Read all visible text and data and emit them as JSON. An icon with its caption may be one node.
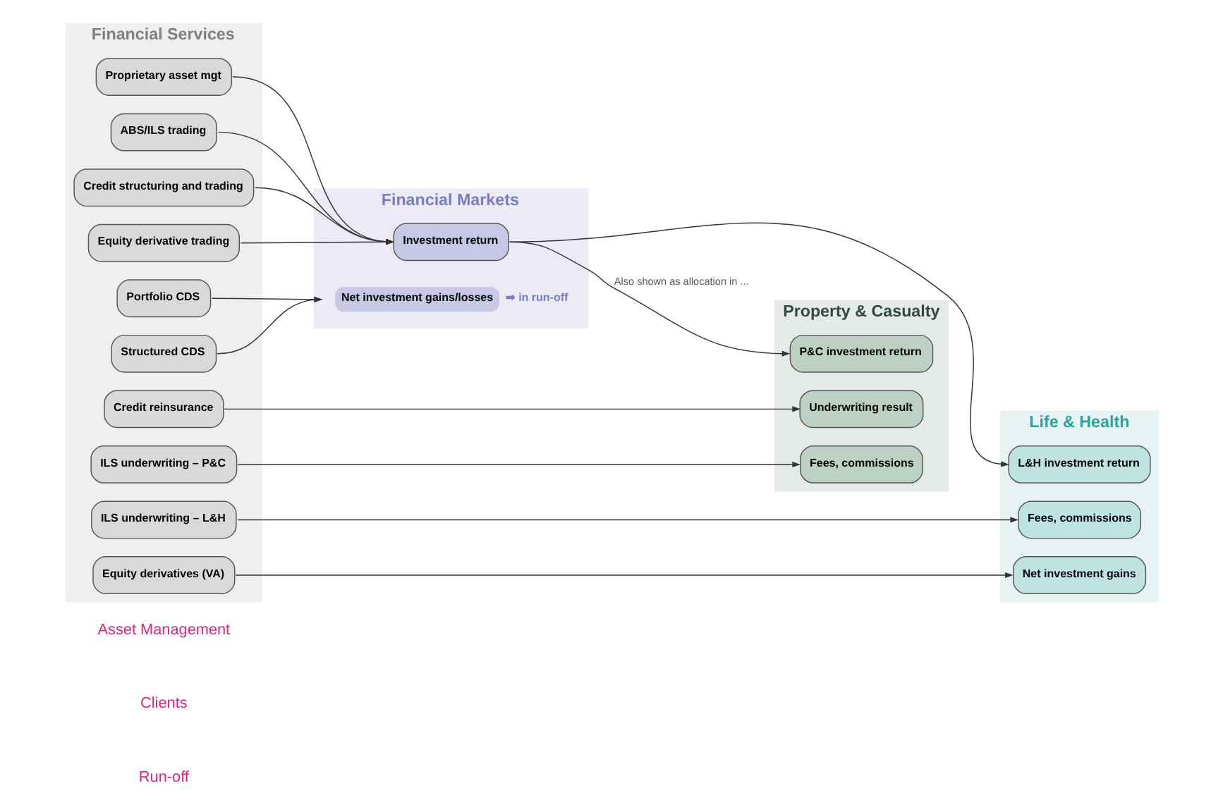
{
  "diagram": {
    "nodes": [
      {
        "text": [
          "Financial Services"
        ]
      },
      {
        "text": [
          "Financial Markets"
        ]
      },
      {
        "text": [
          "Property & Casualty"
        ]
      },
      {
        "text": [
          "Life & Health"
        ]
      },
      {
        "text": [
          "Proprietary asset mgt"
        ],
        "in": 0
      },
      {
        "text": [
          "ABS/ILS trading"
        ],
        "in": 0
      },
      {
        "text": [
          "Credit structuring and trading"
        ],
        "in": 0
      },
      {
        "text": [
          "Equity derivative trading"
        ],
        "in": 0
      },
      {
        "text": [
          "Credit reinsurance"
        ],
        "in": 0
      },
      {
        "text": [
          "ILS underwriting – P&C"
        ],
        "in": 0
      },
      {
        "text": [
          "ILS underwriting – L&H"
        ],
        "in": 0
      },
      {
        "text": [
          "Equity derivatives (VA)"
        ],
        "in": 0
      },
      {
        "text": [
          "Portfolio CDS"
        ],
        "in": 0
      },
      {
        "text": [
          "Structured CDS"
        ],
        "in": 0
      },
      {
        "text": [
          "Investment return"
        ],
        "in": 1
      },
      {
        "text": [
          "Net investment gains/losses"
        ],
        "in": 1,
        "beside": [
          "➡ in run-off"
        ]
      },
      {
        "text": [
          "P&C investment return"
        ],
        "in": 2
      },
      {
        "text": [
          "Underwriting result"
        ],
        "in": 2
      },
      {
        "text": [
          "Fees, commissions"
        ],
        "in": 2
      },
      {
        "text": [
          "L&H investment return"
        ],
        "in": 3
      },
      {
        "text": [
          "Fees, commissions"
        ],
        "in": 3
      },
      {
        "text": [
          "Net investment gains"
        ],
        "in": 3
      }
    ],
    "edges": [
      {
        "from": 4,
        "to": 14,
        "arrow": "to"
      },
      {
        "from": 5,
        "to": 14,
        "arrow": "to"
      },
      {
        "from": 6,
        "to": 14,
        "arrow": "to"
      },
      {
        "from": 7,
        "to": 14,
        "arrow": "to"
      },
      {
        "from": 14,
        "to": 16,
        "arrow": "to",
        "label": "Also shown as allocation in ..."
      },
      {
        "from": 14,
        "to": 19,
        "arrow": "to"
      },
      {
        "from": 8,
        "to": 17,
        "arrow": "to"
      },
      {
        "from": 9,
        "to": 18,
        "arrow": "to"
      },
      {
        "from": 10,
        "to": 20,
        "arrow": "to"
      },
      {
        "from": 11,
        "to": 21,
        "arrow": "to"
      },
      {
        "from": 12,
        "to": 15,
        "arrow": "to"
      },
      {
        "from": 13,
        "to": 15,
        "arrow": "to"
      }
    ],
    "labels": [
      "Asset Management",
      "Clients",
      "Run-off"
    ]
  }
}
